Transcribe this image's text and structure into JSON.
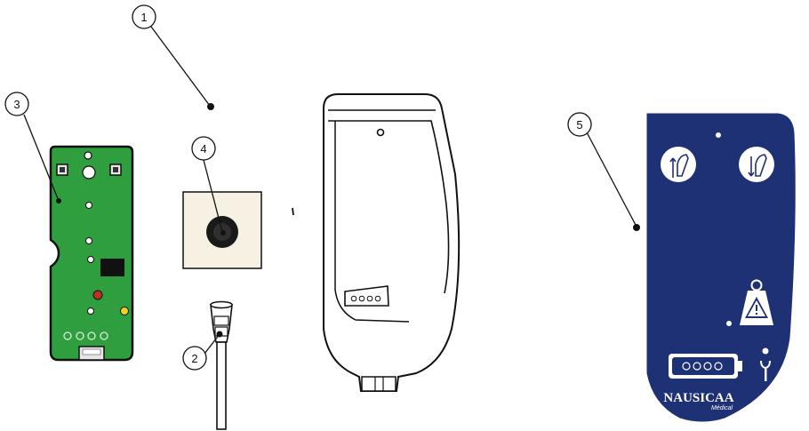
{
  "callouts": [
    {
      "id": "1",
      "label": "1"
    },
    {
      "id": "2",
      "label": "2"
    },
    {
      "id": "3",
      "label": "3"
    },
    {
      "id": "4",
      "label": "4"
    },
    {
      "id": "5",
      "label": "5"
    }
  ],
  "label_panel": {
    "brand": "NAUSICAA",
    "brand_sub": "Médical"
  },
  "colors": {
    "pcb_green": "#2f9e3f",
    "label_navy": "#1f3175",
    "gasket_fill": "#f7f1e3",
    "outline": "#1a1a1a"
  }
}
